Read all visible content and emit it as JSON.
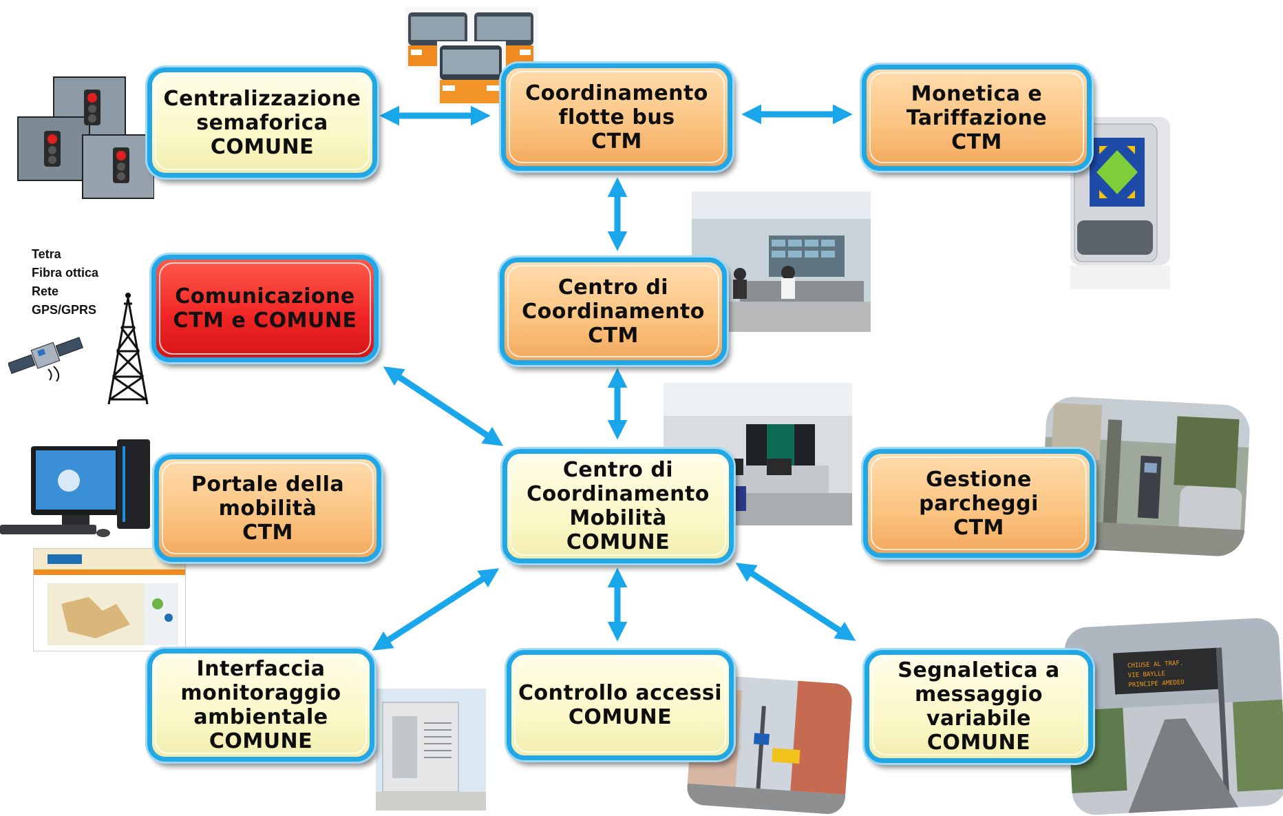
{
  "diagram": {
    "boxes": [
      {
        "id": "semafori",
        "label": "Centralizzazione\nsemaforica\nCOMUNE",
        "style": "cream"
      },
      {
        "id": "flotte",
        "label": "Coordinamento\nflotte bus\nCTM",
        "style": "orange"
      },
      {
        "id": "monetica",
        "label": "Monetica e\nTariffazione\nCTM",
        "style": "orange"
      },
      {
        "id": "comunicazione",
        "label": "Comunicazione\nCTM e COMUNE",
        "style": "red"
      },
      {
        "id": "centro-ctm",
        "label": "Centro di\nCoordinamento\nCTM",
        "style": "orange"
      },
      {
        "id": "portale",
        "label": "Portale della\nmobilità\nCTM",
        "style": "orange"
      },
      {
        "id": "centro-comune",
        "label": "Centro di\nCoordinamento\nMobilità\nCOMUNE",
        "style": "cream"
      },
      {
        "id": "parcheggi",
        "label": "Gestione\nparcheggi\nCTM",
        "style": "orange"
      },
      {
        "id": "ambientale",
        "label": "Interfaccia\nmonitoraggio\nambientale\nCOMUNE",
        "style": "cream"
      },
      {
        "id": "accessi",
        "label": "Controllo accessi\nCOMUNE",
        "style": "cream"
      },
      {
        "id": "segnaletica",
        "label": "Segnaletica a\nmessaggio\nvariabile\nCOMUNE",
        "style": "cream"
      }
    ],
    "connections": [
      [
        "semafori",
        "flotte"
      ],
      [
        "flotte",
        "monetica"
      ],
      [
        "flotte",
        "centro-ctm"
      ],
      [
        "centro-ctm",
        "centro-comune"
      ],
      [
        "comunicazione",
        "centro-comune"
      ],
      [
        "centro-comune",
        "ambientale"
      ],
      [
        "centro-comune",
        "accessi"
      ],
      [
        "centro-comune",
        "segnaletica"
      ]
    ],
    "network_caption": [
      "Tetra",
      "Fibra ottica",
      "Rete",
      "GPS/GPRS"
    ],
    "colors": {
      "arrow": "#1aa6ea",
      "box_border": "#22a7e6",
      "cream_fill": "#fbf7c6",
      "orange_fill": "#fac37f",
      "red_fill": "#f02424"
    },
    "photos": [
      {
        "id": "buses",
        "subject": "bus-photo"
      },
      {
        "id": "traffic-lights",
        "subject": "traffic-light-photo"
      },
      {
        "id": "ticket-machine",
        "subject": "ticket-validator-photo"
      },
      {
        "id": "control-room-ctm",
        "subject": "control-room-photo"
      },
      {
        "id": "control-room-comune",
        "subject": "control-room-photo"
      },
      {
        "id": "parking",
        "subject": "parking-meter-photo"
      },
      {
        "id": "computer",
        "subject": "desktop-computer-photo"
      },
      {
        "id": "portal",
        "subject": "web-portal-screenshot"
      },
      {
        "id": "env-station",
        "subject": "monitoring-cabin-photo"
      },
      {
        "id": "access-gate",
        "subject": "street-access-photo"
      },
      {
        "id": "vms-sign",
        "subject": "variable-message-sign-photo"
      },
      {
        "id": "antenna",
        "subject": "radio-tower-icon"
      },
      {
        "id": "satellite",
        "subject": "satellite-icon"
      }
    ]
  }
}
